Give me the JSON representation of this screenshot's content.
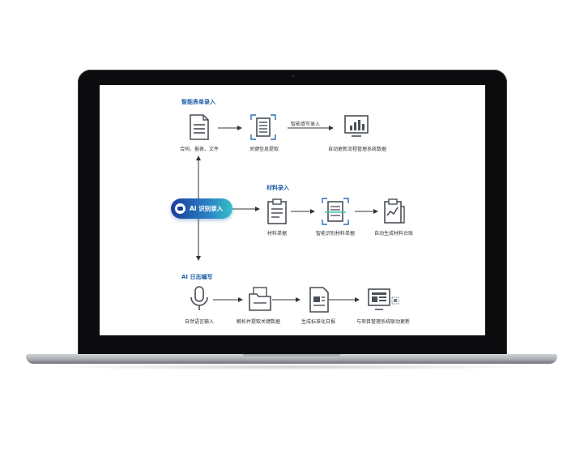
{
  "center_button": {
    "label": "AI 识别录入"
  },
  "sections": {
    "forms": {
      "title": "智能表单录入",
      "steps": [
        "合同、报表、文件",
        "关键信息提取",
        "自动更新流程管理系统数据"
      ],
      "arrow_label": "智能填写录入"
    },
    "materials": {
      "title": "材料录入",
      "steps": [
        "材料单据",
        "智能识别材料单据",
        "自动生成材料台账"
      ]
    },
    "logs": {
      "title": "AI 日志编写",
      "steps": [
        "自然语言输入",
        "解析并提取关键数据",
        "生成标准化日报",
        "与项目管理系统联动更新"
      ]
    }
  },
  "colors": {
    "title": "#1e5fa6",
    "accent_start": "#1c3e9c",
    "accent_end": "#36c0c8",
    "icon": "#4a4f57"
  },
  "icons": [
    "document-icon",
    "document-scan-icon",
    "chart-screen-icon",
    "clipboard-icon",
    "clipboard-scan-icon",
    "trend-report-icon",
    "microphone-icon",
    "folder-icon",
    "report-icon",
    "monitor-icon"
  ]
}
